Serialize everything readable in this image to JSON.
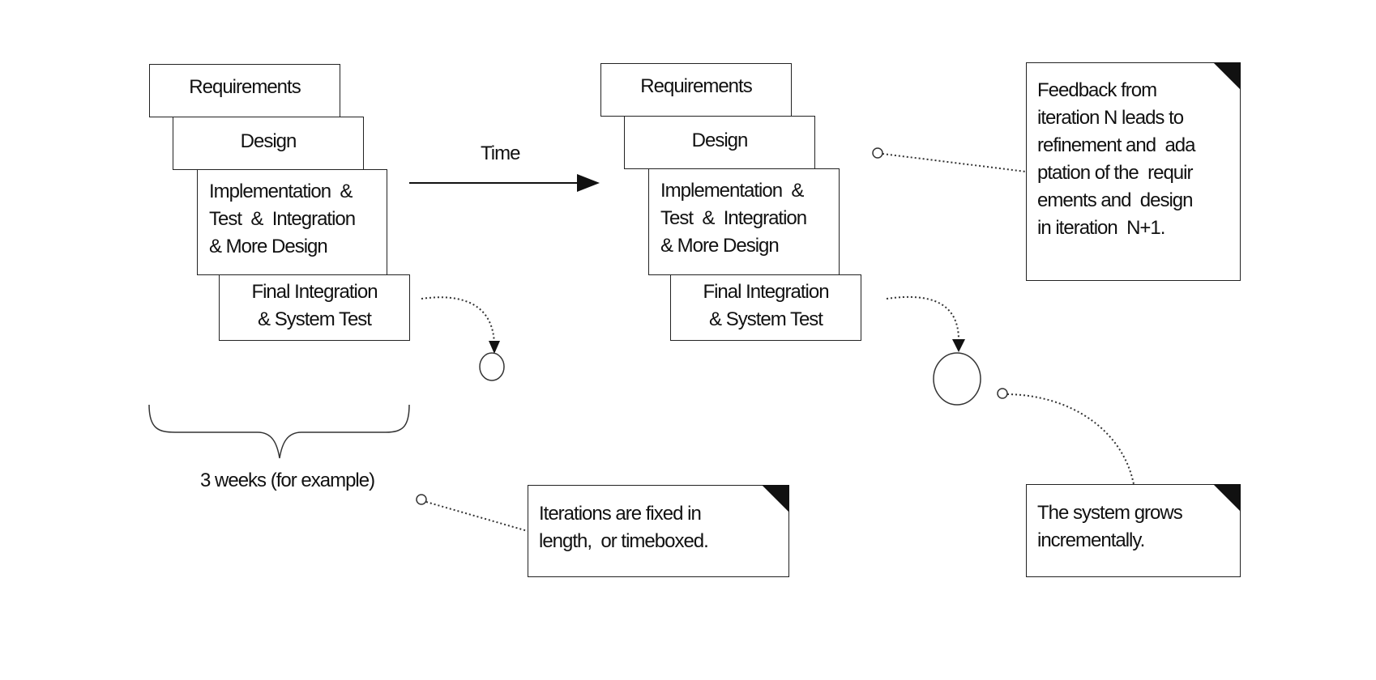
{
  "iteration_n": {
    "requirements": "Requirements",
    "design": "Design",
    "implementation": [
      "Implementation  &",
      "Test  &  Integration",
      "& More Design"
    ],
    "final": [
      "Final Integration",
      "& System Test"
    ]
  },
  "iteration_n1": {
    "requirements": "Requirements",
    "design": "Design",
    "implementation": [
      "Implementation  &",
      "Test  &  Integration",
      "& More Design"
    ],
    "final": [
      "Final Integration",
      "& System Test"
    ]
  },
  "time_label": "Time",
  "duration_label": "3 weeks (for example)",
  "notes": {
    "feedback": [
      "Feedback from",
      "iteration N leads to",
      "refinement and  ada",
      "ptation of the  requir",
      "ements and  design",
      "in iteration  N+1."
    ],
    "timeboxed": [
      "Iterations are fixed in",
      "length,  or timeboxed."
    ],
    "grows": [
      "The system grows",
      "incrementally."
    ]
  }
}
